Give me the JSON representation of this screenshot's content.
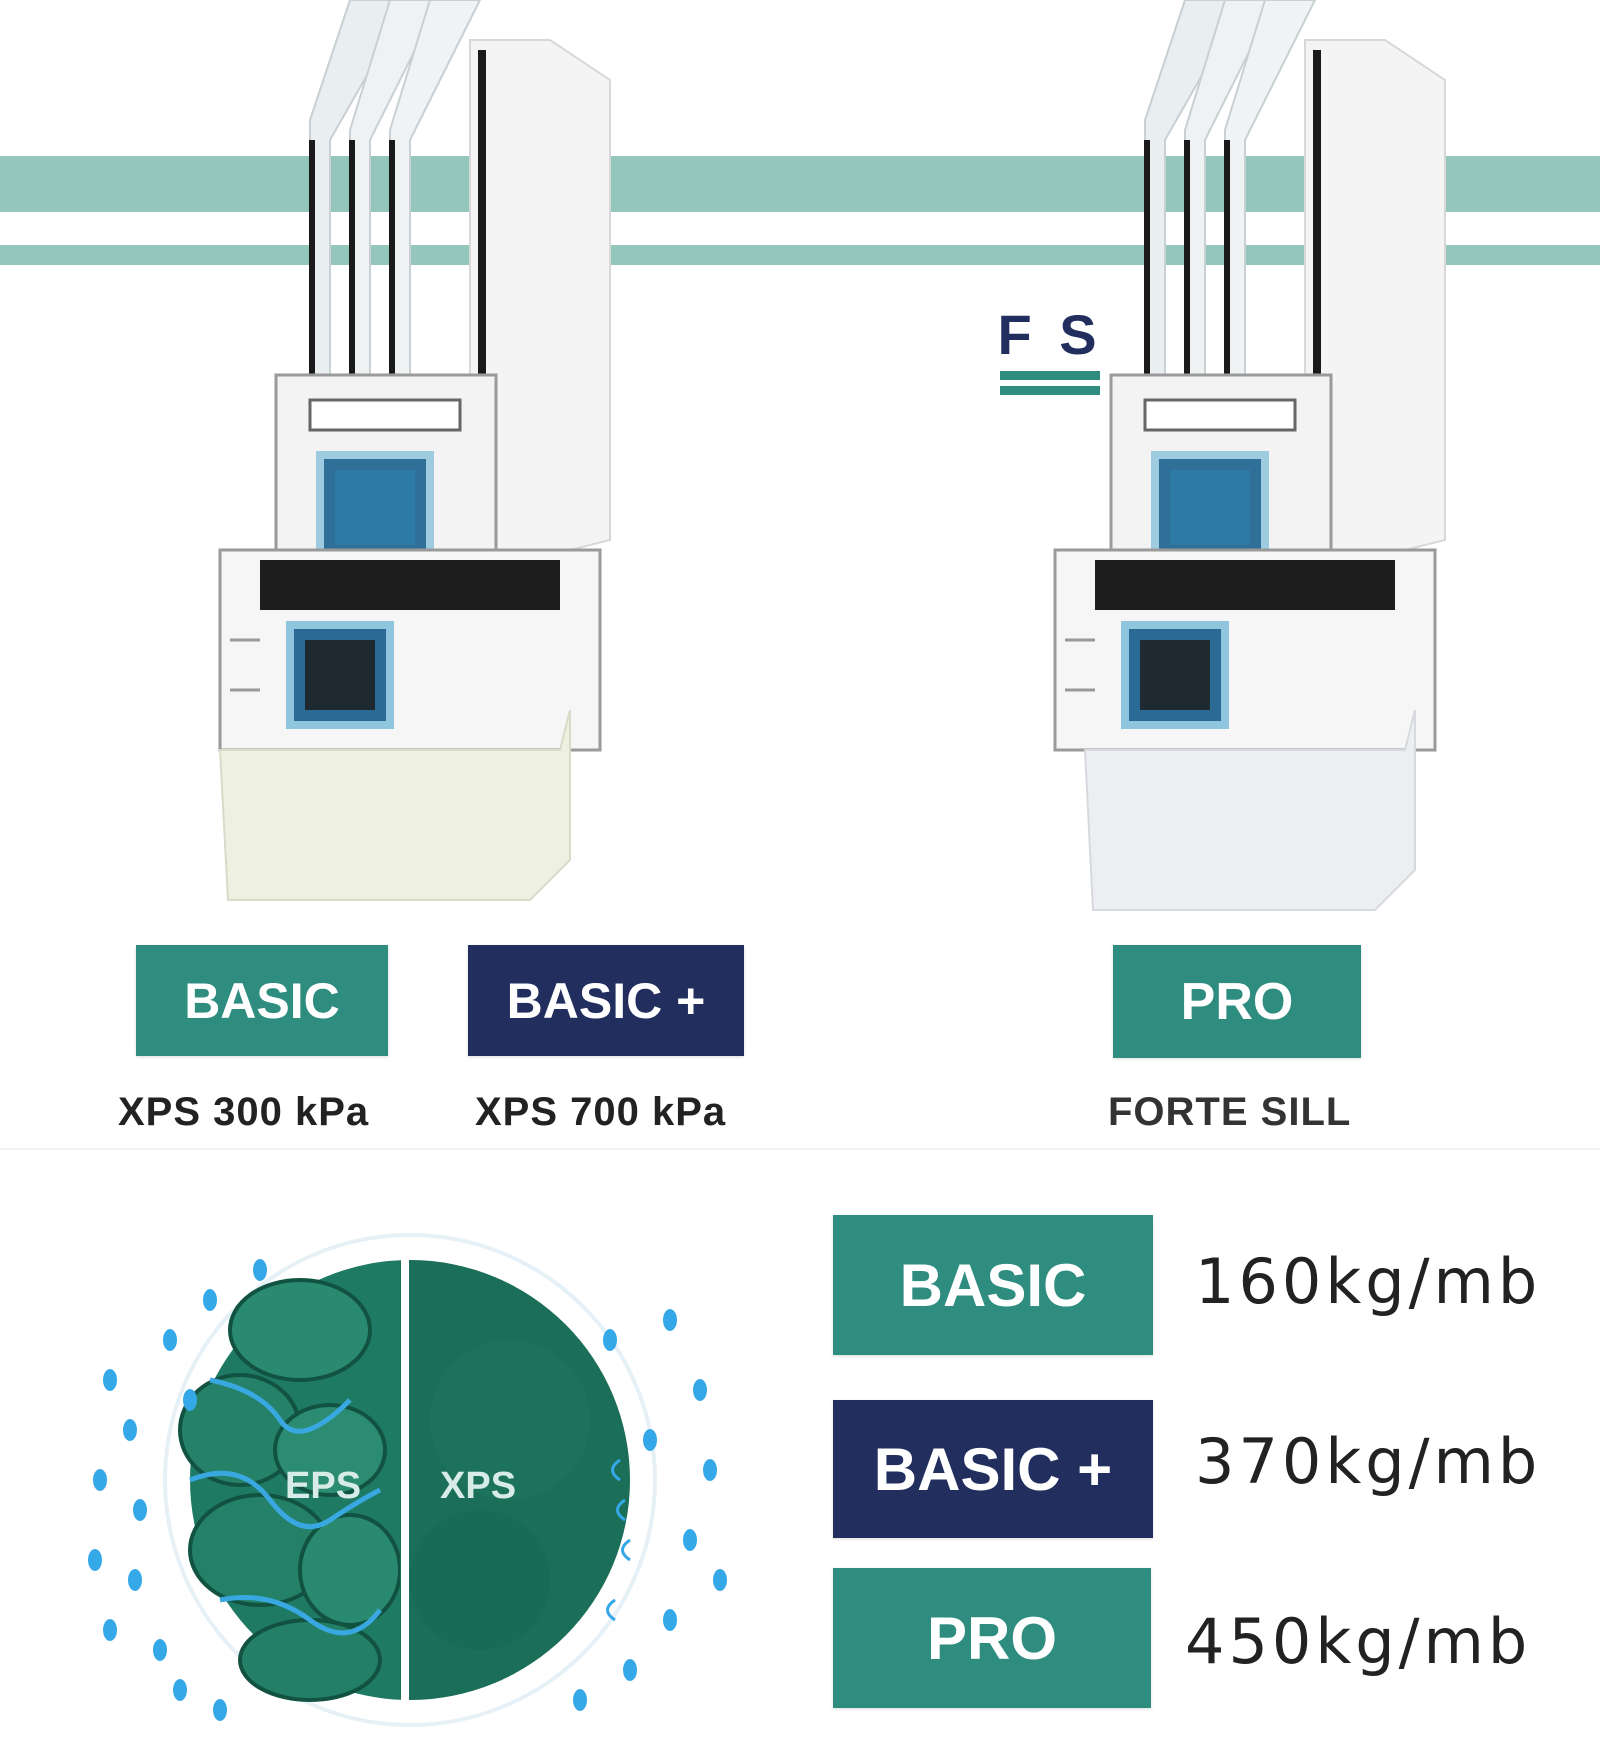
{
  "colors": {
    "teal": "#2f8d80",
    "navy": "#222e5e",
    "band": "#8ec3b7",
    "eps_green": "#1f7a63",
    "water": "#35a8e8"
  },
  "logo": {
    "text": "F S",
    "icon": "fs-logo-icon"
  },
  "profiles": [
    {
      "badge": "BASIC",
      "caption": "XPS 300 kPa",
      "color": "teal"
    },
    {
      "badge": "BASIC +",
      "caption": "XPS 700 kPa",
      "color": "navy"
    },
    {
      "badge": "PRO",
      "caption": "FORTE SILL",
      "color": "teal"
    }
  ],
  "comparison": {
    "left_label": "EPS",
    "right_label": "XPS"
  },
  "weights": [
    {
      "badge": "BASIC",
      "value": "160kg/mb",
      "color": "teal"
    },
    {
      "badge": "BASIC +",
      "value": "370kg/mb",
      "color": "navy"
    },
    {
      "badge": "PRO",
      "value": "450kg/mb",
      "color": "teal"
    }
  ]
}
